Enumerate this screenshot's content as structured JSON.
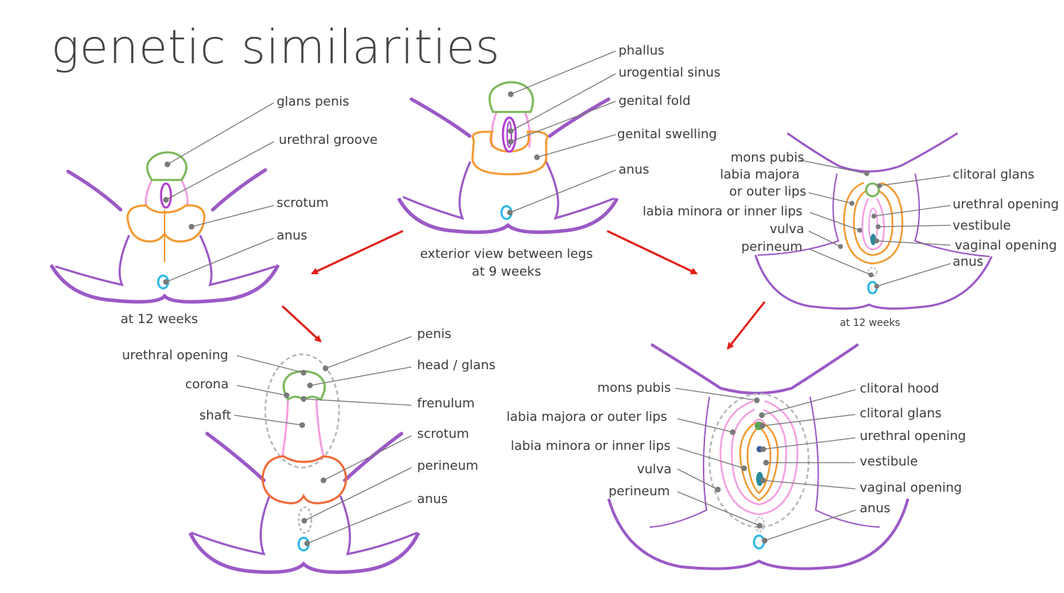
{
  "title": "genetic similarities",
  "center": {
    "labels": {
      "phallus": "phallus",
      "urogential_sinus": "urogential sinus",
      "genital_fold": "genital fold",
      "genital_swelling": "genital swelling",
      "anus": "anus"
    },
    "caption_line1": "exterior view between legs",
    "caption_line2": "at 9 weeks"
  },
  "male12": {
    "labels": {
      "glans_penis": "glans penis",
      "urethral_groove": "urethral groove",
      "scrotum": "scrotum",
      "anus": "anus"
    },
    "caption": "at 12 weeks"
  },
  "female12": {
    "labels": {
      "mons_pubis": "mons pubis",
      "labia_majora_1": "labia majora",
      "labia_majora_2": "or outer lips",
      "labia_minora": "labia minora or inner lips",
      "vulva": "vulva",
      "perineum": "perineum",
      "clitoral_glans": "clitoral glans",
      "urethral_opening": "urethral opening",
      "vestibule": "vestibule",
      "vaginal_opening": "vaginal opening",
      "anus": "anus"
    },
    "caption": "at 12 weeks"
  },
  "male_adult": {
    "labels": {
      "urethral_opening": "urethral opening",
      "corona": "corona",
      "shaft": "shaft",
      "penis": "penis",
      "head_glans": "head / glans",
      "frenulum": "frenulum",
      "scrotum": "scrotum",
      "perineum": "perineum",
      "anus": "anus"
    }
  },
  "female_adult": {
    "labels": {
      "mons_pubis": "mons pubis",
      "labia_majora": "labia majora or outer lips",
      "labia_minora": "labia minora or inner lips",
      "vulva": "vulva",
      "perineum": "perineum",
      "clitoral_hood": "clitoral hood",
      "clitoral_glans": "clitoral glans",
      "urethral_opening": "urethral opening",
      "vestibule": "vestibule",
      "vaginal_opening": "vaginal opening",
      "anus": "anus"
    }
  },
  "colors": {
    "body_outline": "#9b59c6",
    "glans": "#7cb85a",
    "swelling": "#f39a33",
    "fold": "#f4a0e0",
    "sinus": "#b040d0",
    "anus": "#2bb8e8",
    "scrotum_adult": "#f06a3a",
    "arrow": "#e0201a",
    "leader": "#777777",
    "dot": "#7a7a7a",
    "dashed": "#b8b8b8"
  }
}
